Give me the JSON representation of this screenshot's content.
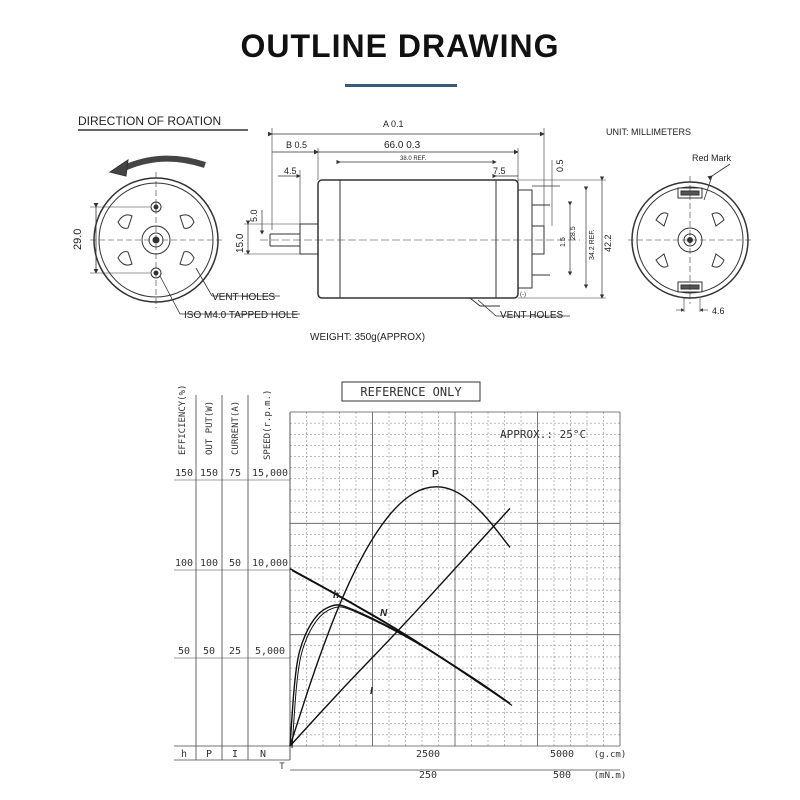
{
  "title": "OUTLINE DRAWING",
  "outline": {
    "direction": "DIRECTION OF ROATION",
    "unit": "UNIT: MILLIMETERS",
    "red_mark": "Red Mark",
    "vent_holes_left": "VENT HOLES",
    "tapped_hole": "ISO M4.0 TAPPED HOLE",
    "vent_holes_right": "VENT HOLES",
    "weight": "WEIGHT: 350g(APPROX)",
    "dims": {
      "a": "A 0.1",
      "b": "B 0.5",
      "len66": "66.0  0.3",
      "ref38": "38.0 REF.",
      "d45": "4.5",
      "d75": "7.5",
      "d05": "0.5",
      "d290": "29.0",
      "d50": "5.0",
      "d150": "15.0",
      "d285": "28.5",
      "d15": "1.5",
      "d342": "34.2 REF.",
      "d422": "42.2",
      "d46": "4.6",
      "minus": "(-)"
    }
  },
  "chart": {
    "reference": "REFERENCE ONLY",
    "approx": "APPROX.:   25°C",
    "col_headers": [
      "EFFICIENCY(%)",
      "OUT PUT(W)",
      "CURRENT(A)",
      "SPEED(r.p.m.)"
    ],
    "rows": [
      [
        "150",
        "150",
        "75",
        "15,000"
      ],
      [
        "100",
        "100",
        "50",
        "10,000"
      ],
      [
        "50",
        "50",
        "25",
        "5,000"
      ]
    ],
    "bottom_syms": [
      "h",
      "P",
      "I",
      "N"
    ],
    "origin": "T",
    "x_gcm": [
      "2500",
      "5000",
      "(g.cm)"
    ],
    "x_mnm": [
      "250",
      "500",
      "(mN.m)"
    ],
    "curve_labels": {
      "p": "P",
      "h": "h",
      "n": "N",
      "i": "I"
    }
  },
  "chart_data": {
    "type": "line",
    "xlabel": "(g.cm)",
    "xlim": [
      0,
      6000
    ],
    "series": [
      {
        "name": "P",
        "x": [
          0,
          500,
          1000,
          1500,
          2000,
          2500,
          3000,
          3500,
          4000
        ],
        "y": [
          0,
          48,
          88,
          118,
          138,
          147,
          145,
          132,
          112
        ]
      },
      {
        "name": "h",
        "x": [
          0,
          100,
          250,
          500,
          800,
          1000,
          1500,
          2000,
          2500,
          3000,
          3500,
          4000
        ],
        "y": [
          0,
          45,
          62,
          75,
          80,
          79,
          72,
          64,
          55,
          45,
          35,
          24
        ]
      },
      {
        "name": "N",
        "x": [
          0,
          1000,
          2000,
          3000,
          4000
        ],
        "y": [
          10000,
          8300,
          6500,
          4500,
          2400
        ]
      },
      {
        "name": "I",
        "x": [
          0,
          1000,
          2000,
          3000,
          4000
        ],
        "y": [
          0,
          17,
          33,
          50,
          67
        ]
      }
    ]
  }
}
